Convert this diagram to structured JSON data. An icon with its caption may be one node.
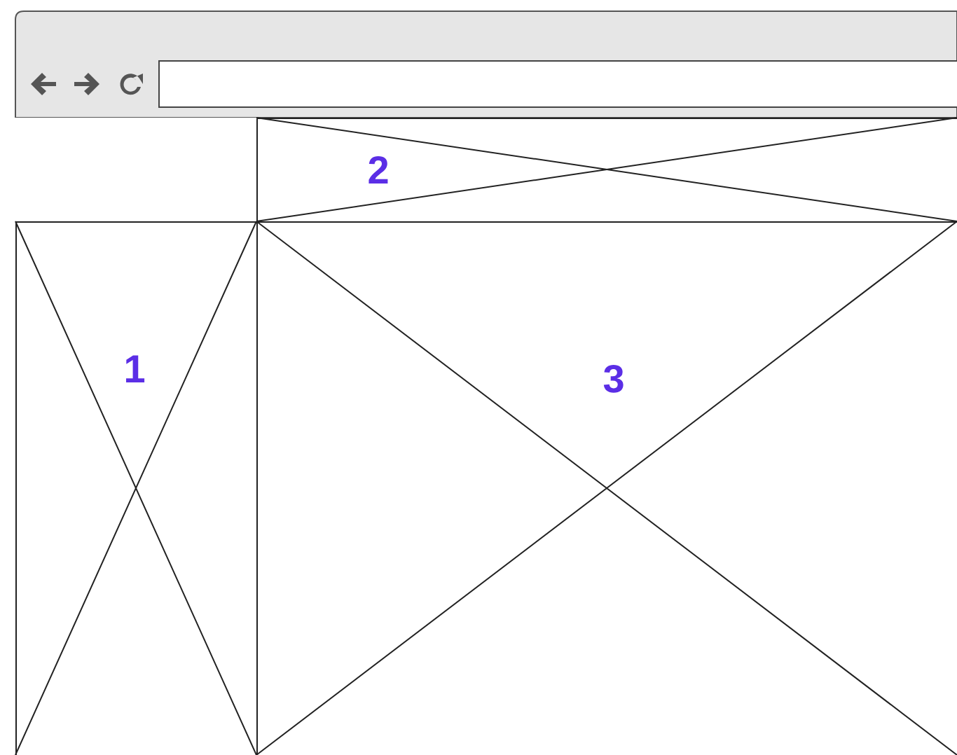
{
  "diagram": {
    "nodes": [
      {
        "text": [
          "2"
        ]
      },
      {
        "text": [
          "1"
        ]
      },
      {
        "text": [
          "3"
        ]
      }
    ]
  }
}
